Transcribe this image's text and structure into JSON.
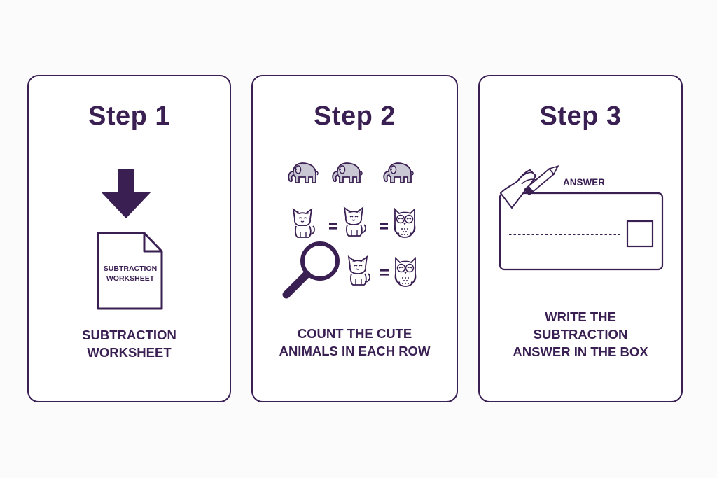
{
  "steps": [
    {
      "title": "Step 1",
      "caption": [
        "SUBTRACTION",
        "WORKSHEET"
      ],
      "document_label": [
        "SUBTRACTION",
        "WORKSHEET"
      ],
      "icons": [
        "down-arrow-icon",
        "document-icon"
      ]
    },
    {
      "title": "Step 2",
      "caption": [
        "COUNT THE CUTE",
        "ANIMALS IN EACH ROW"
      ],
      "rows": [
        [
          "elephant",
          "elephant",
          "elephant"
        ],
        [
          "cat",
          "=",
          "cat",
          "=",
          "owl"
        ],
        [
          "magnifier",
          "cat",
          "=",
          "owl"
        ]
      ]
    },
    {
      "title": "Step 3",
      "caption": [
        "WRITE THE",
        "SUBTRACTION",
        "ANSWER IN THE BOX"
      ],
      "answer_label": "ANSWER",
      "icons": [
        "hand-pencil-icon",
        "answer-box-icon"
      ]
    }
  ],
  "colors": {
    "ink": "#3a1f52",
    "animal_fill": "#c9c7d4",
    "card_bg": "#ffffff",
    "page_bg": "#fbfbfc"
  }
}
